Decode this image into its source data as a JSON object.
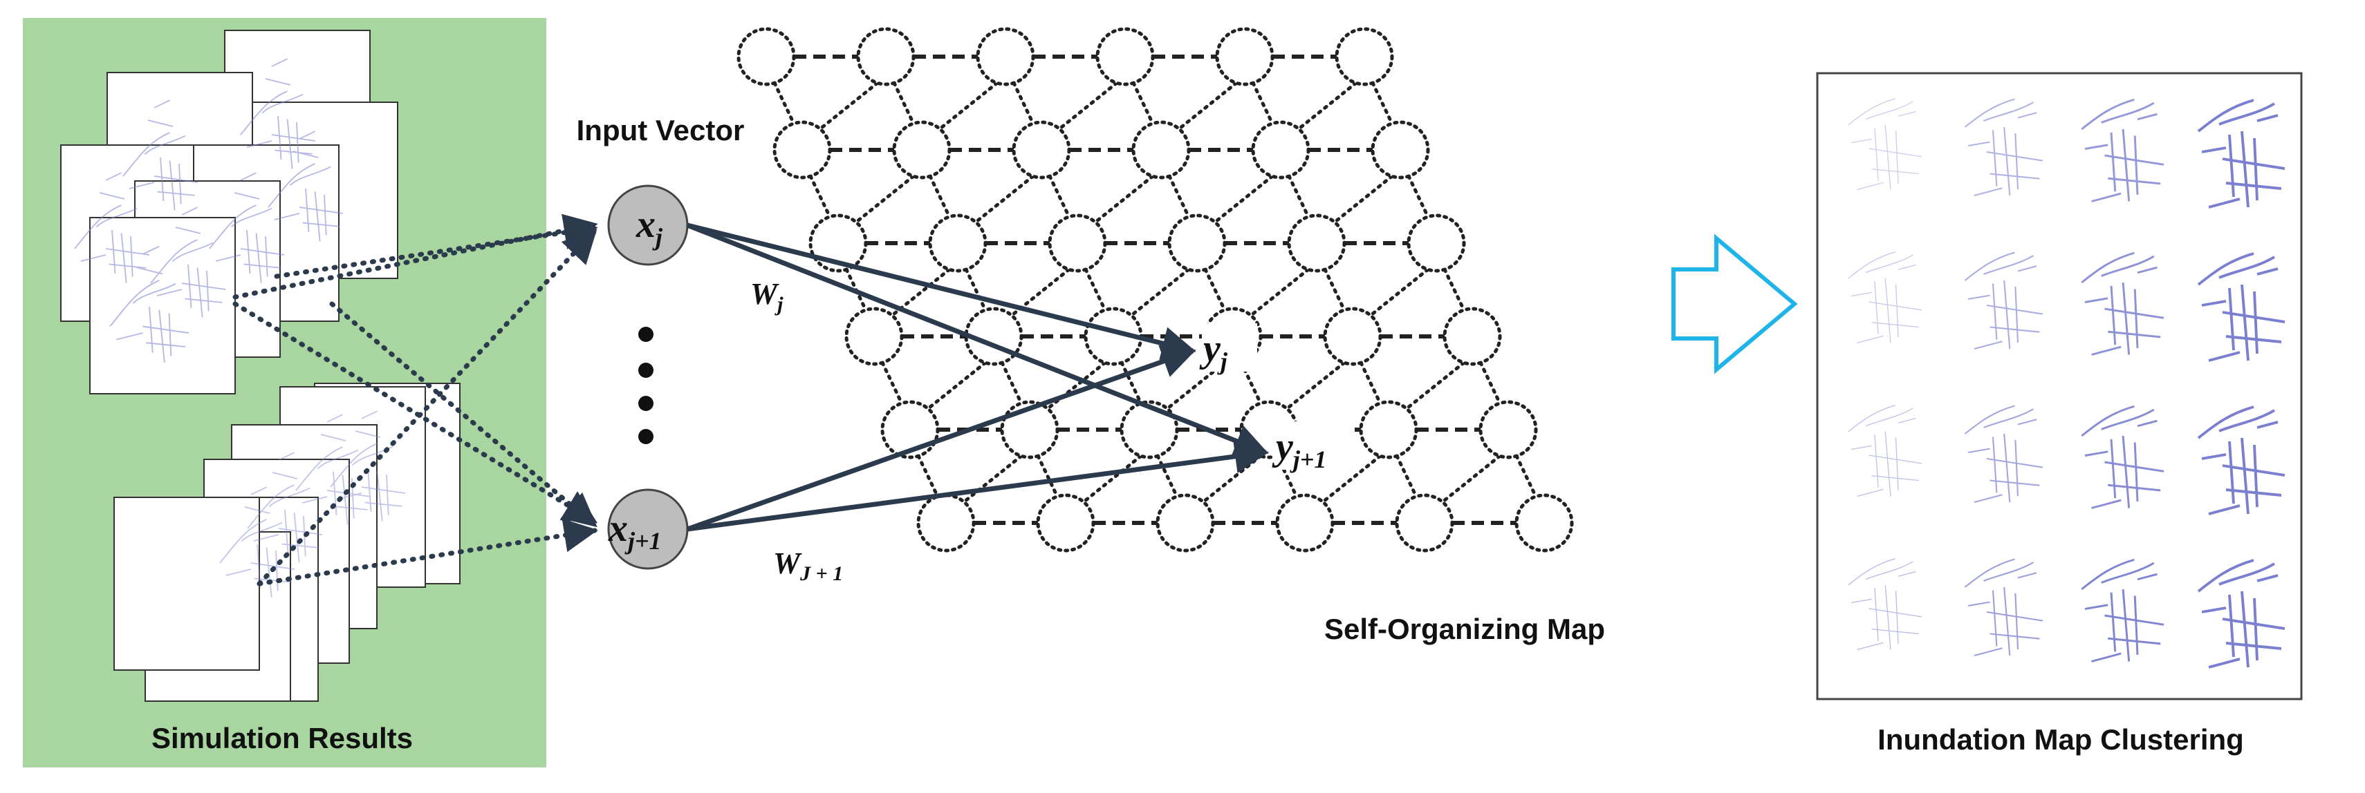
{
  "panels": {
    "simulation": {
      "label": "Simulation Results",
      "background": "#a9d6a0"
    },
    "input": {
      "label": "Input Vector"
    },
    "som": {
      "label": "Self-Organizing Map",
      "rows": 6,
      "cols": 6
    },
    "clustering": {
      "label": "Inundation Map Clustering",
      "rows": 4,
      "cols": 4
    }
  },
  "nodes": {
    "x_j": {
      "base": "x",
      "sub": "j"
    },
    "x_j1": {
      "base": "x",
      "sub": "j+1"
    },
    "y_j": {
      "base": "y",
      "sub": "j"
    },
    "y_j1": {
      "base": "y",
      "sub": "j+1"
    }
  },
  "weights": {
    "w_j": {
      "base": "W",
      "sub": "j"
    },
    "w_j1": {
      "base": "W",
      "sub": "J + 1"
    }
  },
  "colors": {
    "arrow": "#2b3a4c",
    "node_fill": "#bdbdbd",
    "big_arrow": "#1fb4e8",
    "map_ink": "#7a7fd0"
  },
  "icons": {
    "flow_arrow": "right-arrow-icon",
    "ellipsis": "vertical-ellipsis-icon"
  }
}
